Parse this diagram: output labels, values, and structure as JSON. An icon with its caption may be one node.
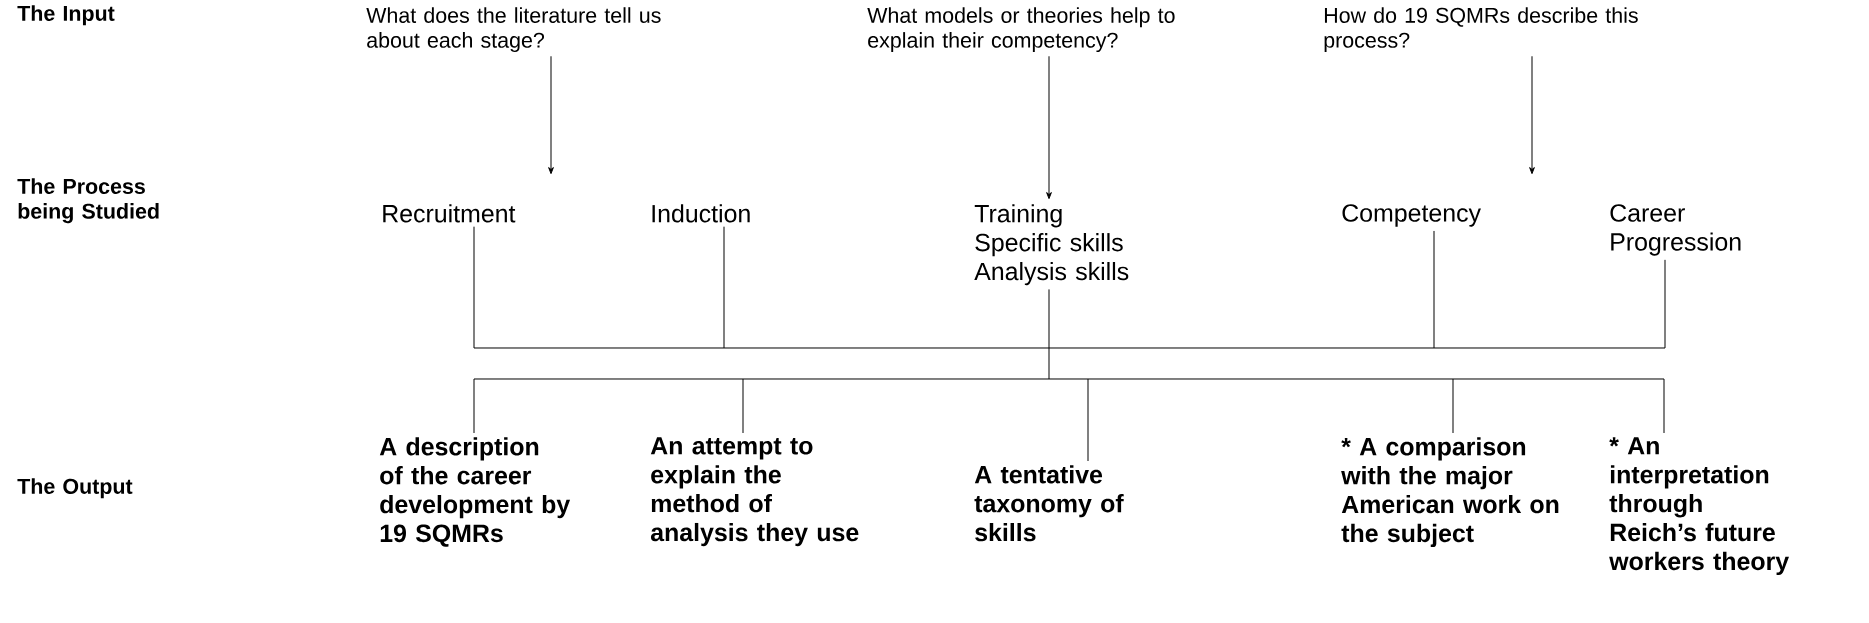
{
  "diagram": {
    "nodes": [
      {
        "text": [
          "What does the literature tell us about each stage?"
        ]
      },
      {
        "text": [
          "What models or theories help to explain their competency?"
        ]
      },
      {
        "text": [
          "How do 19 SQMRs describe this process?"
        ]
      },
      {
        "text": [
          "Recruitment"
        ]
      },
      {
        "text": [
          "Induction"
        ]
      },
      {
        "text": [
          "Training",
          "Specific skills",
          "Analysis skills"
        ]
      },
      {
        "text": [
          "Competency"
        ]
      },
      {
        "text": [
          "Career Progression"
        ]
      },
      {
        "text": [
          "A description of the career development by 19 SQMRs"
        ]
      },
      {
        "text": [
          "An attempt to explain the method of analysis they use"
        ]
      },
      {
        "text": [
          "A tentative taxonomy of skills"
        ]
      },
      {
        "text": [
          "* A comparison with the major American work on the subject"
        ]
      },
      {
        "text": [
          "* An interpretation through Reich’s future workers theory"
        ]
      }
    ],
    "edges": [
      {
        "from": 0,
        "to": null,
        "arrow": "to"
      },
      {
        "from": 1,
        "to": 5,
        "arrow": "to"
      },
      {
        "from": 2,
        "to": null,
        "arrow": "to"
      },
      {
        "from": 3,
        "to": 8,
        "arrow": "none"
      },
      {
        "from": 3,
        "to": 9,
        "arrow": "none"
      },
      {
        "from": 3,
        "to": 10,
        "arrow": "none"
      },
      {
        "from": 3,
        "to": 11,
        "arrow": "none"
      },
      {
        "from": 3,
        "to": 12,
        "arrow": "none"
      },
      {
        "from": 4,
        "to": 8,
        "arrow": "none"
      },
      {
        "from": 4,
        "to": 9,
        "arrow": "none"
      },
      {
        "from": 4,
        "to": 10,
        "arrow": "none"
      },
      {
        "from": 4,
        "to": 11,
        "arrow": "none"
      },
      {
        "from": 4,
        "to": 12,
        "arrow": "none"
      },
      {
        "from": 5,
        "to": 8,
        "arrow": "none"
      },
      {
        "from": 5,
        "to": 9,
        "arrow": "none"
      },
      {
        "from": 5,
        "to": 10,
        "arrow": "none"
      },
      {
        "from": 5,
        "to": 11,
        "arrow": "none"
      },
      {
        "from": 5,
        "to": 12,
        "arrow": "none"
      },
      {
        "from": 6,
        "to": 8,
        "arrow": "none"
      },
      {
        "from": 6,
        "to": 9,
        "arrow": "none"
      },
      {
        "from": 6,
        "to": 10,
        "arrow": "none"
      },
      {
        "from": 6,
        "to": 11,
        "arrow": "none"
      },
      {
        "from": 6,
        "to": 12,
        "arrow": "none"
      },
      {
        "from": 7,
        "to": 8,
        "arrow": "none"
      },
      {
        "from": 7,
        "to": 9,
        "arrow": "none"
      },
      {
        "from": 7,
        "to": 10,
        "arrow": "none"
      },
      {
        "from": 7,
        "to": 11,
        "arrow": "none"
      },
      {
        "from": 7,
        "to": 12,
        "arrow": "none"
      }
    ],
    "labels": [
      "The Input",
      "The Process being Studied",
      "The Output"
    ]
  }
}
